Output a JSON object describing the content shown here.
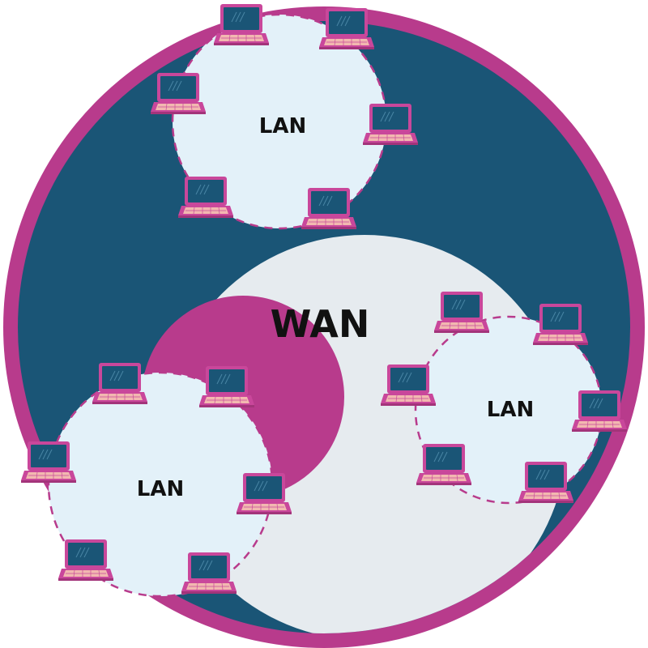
{
  "diagram": {
    "wan_label": "WAN",
    "lans": [
      {
        "label": "LAN",
        "devices": 6
      },
      {
        "label": "LAN",
        "devices": 6
      },
      {
        "label": "LAN",
        "devices": 6
      }
    ],
    "colors": {
      "outer_ring": "#b83b8c",
      "background": "#1a5576",
      "wan_zone": "#e6ebef",
      "wan_accent": "#b83b8c",
      "lan_fill": "#e3f1f9",
      "lan_border": "#b83b8c",
      "laptop_screen": "#1a5576",
      "laptop_frame": "#c9479b",
      "laptop_keyboard": "#f2b8b0"
    },
    "icons": {
      "device": "laptop-icon"
    }
  }
}
